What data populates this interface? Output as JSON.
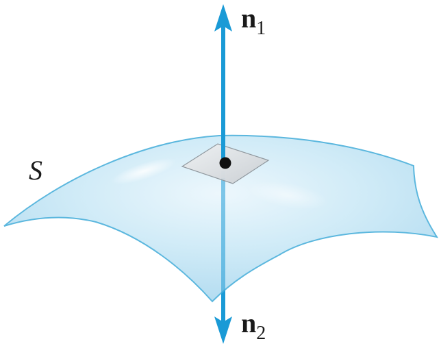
{
  "labels": {
    "surface": "S",
    "normal_up": {
      "name": "n",
      "subscript": "1"
    },
    "normal_down": {
      "name": "n",
      "subscript": "2"
    }
  },
  "colors": {
    "arrow": "#1a9ad6",
    "surface_fill": "#bfe3f3",
    "surface_edge": "#5bb7de",
    "tangent_patch": "#d9dde0",
    "point": "#111111"
  }
}
